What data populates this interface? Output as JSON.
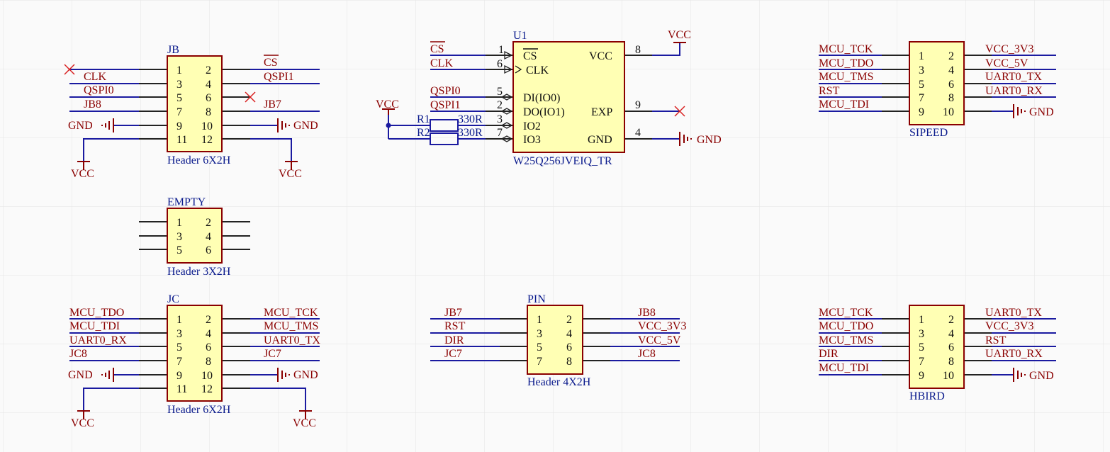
{
  "colors": {
    "background": "#fafafa",
    "grid": "#e4e4e4",
    "wire": "#1a1aa0",
    "body": "#ffffb4",
    "outline": "#8a0000",
    "net": "#8a0000",
    "designator": "#0a1a8c"
  },
  "headers": [
    {
      "id": "jb",
      "designator": "JB",
      "comment": "Header 6X2H",
      "pins": [
        "1",
        "2",
        "3",
        "4",
        "5",
        "6",
        "7",
        "8",
        "9",
        "10",
        "11",
        "12"
      ],
      "nets": {
        "left": [
          "",
          "CLK",
          "QSPI0",
          "JB8",
          "",
          ""
        ],
        "right": [
          "CS",
          "QSPI1",
          "",
          "JB7",
          "",
          ""
        ]
      },
      "power": {
        "gnd_left": "GND",
        "gnd_right": "GND",
        "vcc_left": "VCC",
        "vcc_right": "VCC"
      }
    },
    {
      "id": "empty",
      "designator": "EMPTY",
      "comment": "Header 3X2H",
      "pins": [
        "1",
        "2",
        "3",
        "4",
        "5",
        "6"
      ]
    },
    {
      "id": "jc",
      "designator": "JC",
      "comment": "Header 6X2H",
      "pins": [
        "1",
        "2",
        "3",
        "4",
        "5",
        "6",
        "7",
        "8",
        "9",
        "10",
        "11",
        "12"
      ],
      "nets": {
        "left": [
          "MCU_TDO",
          "MCU_TDI",
          "UART0_RX",
          "JC8",
          "",
          ""
        ],
        "right": [
          "MCU_TCK",
          "MCU_TMS",
          "UART0_TX",
          "JC7",
          "",
          ""
        ]
      },
      "power": {
        "gnd_left": "GND",
        "gnd_right": "GND",
        "vcc_left": "VCC",
        "vcc_right": "VCC"
      }
    },
    {
      "id": "pin",
      "designator": "PIN",
      "comment": "Header 4X2H",
      "pins": [
        "1",
        "2",
        "3",
        "4",
        "5",
        "6",
        "7",
        "8"
      ],
      "nets": {
        "left": [
          "JB7",
          "RST",
          "DIR",
          "JC7"
        ],
        "right": [
          "JB8",
          "VCC_3V3",
          "VCC_5V",
          "JC8"
        ]
      }
    },
    {
      "id": "sipeed",
      "designator": "SIPEED",
      "pins": [
        "1",
        "2",
        "3",
        "4",
        "5",
        "6",
        "7",
        "8",
        "9",
        "10"
      ],
      "nets": {
        "left": [
          "MCU_TCK",
          "MCU_TDO",
          "MCU_TMS",
          "RST",
          "MCU_TDI"
        ],
        "right": [
          "VCC_3V3",
          "VCC_5V",
          "UART0_TX",
          "UART0_RX",
          ""
        ]
      },
      "power": {
        "gnd": "GND"
      }
    },
    {
      "id": "hbird",
      "designator": "HBIRD",
      "pins": [
        "1",
        "2",
        "3",
        "4",
        "5",
        "6",
        "7",
        "8",
        "9",
        "10"
      ],
      "nets": {
        "left": [
          "MCU_TCK",
          "MCU_TDO",
          "MCU_TMS",
          "DIR",
          "MCU_TDI"
        ],
        "right": [
          "UART0_TX",
          "VCC_3V3",
          "RST",
          "UART0_RX",
          ""
        ]
      },
      "power": {
        "gnd": "GND"
      }
    }
  ],
  "flash": {
    "designator": "U1",
    "comment": "W25Q256JVEIQ_TR",
    "left_pins": [
      {
        "num": "1",
        "name": "CS",
        "net": "CS"
      },
      {
        "num": "6",
        "name": "CLK",
        "net": "CLK"
      },
      {
        "num": "5",
        "name": "DI(IO0)",
        "net": "QSPI0"
      },
      {
        "num": "2",
        "name": "DO(IO1)",
        "net": "QSPI1"
      },
      {
        "num": "3",
        "name": "IO2",
        "net": ""
      },
      {
        "num": "7",
        "name": "IO3",
        "net": ""
      }
    ],
    "right_pins": [
      {
        "num": "8",
        "name": "VCC",
        "net": "VCC"
      },
      {
        "num": "9",
        "name": "EXP",
        "net": ""
      },
      {
        "num": "4",
        "name": "GND",
        "net": "GND"
      }
    ],
    "pullup": "VCC",
    "resistors": [
      {
        "designator": "R1",
        "value": "330R"
      },
      {
        "designator": "R2",
        "value": "330R"
      }
    ]
  }
}
